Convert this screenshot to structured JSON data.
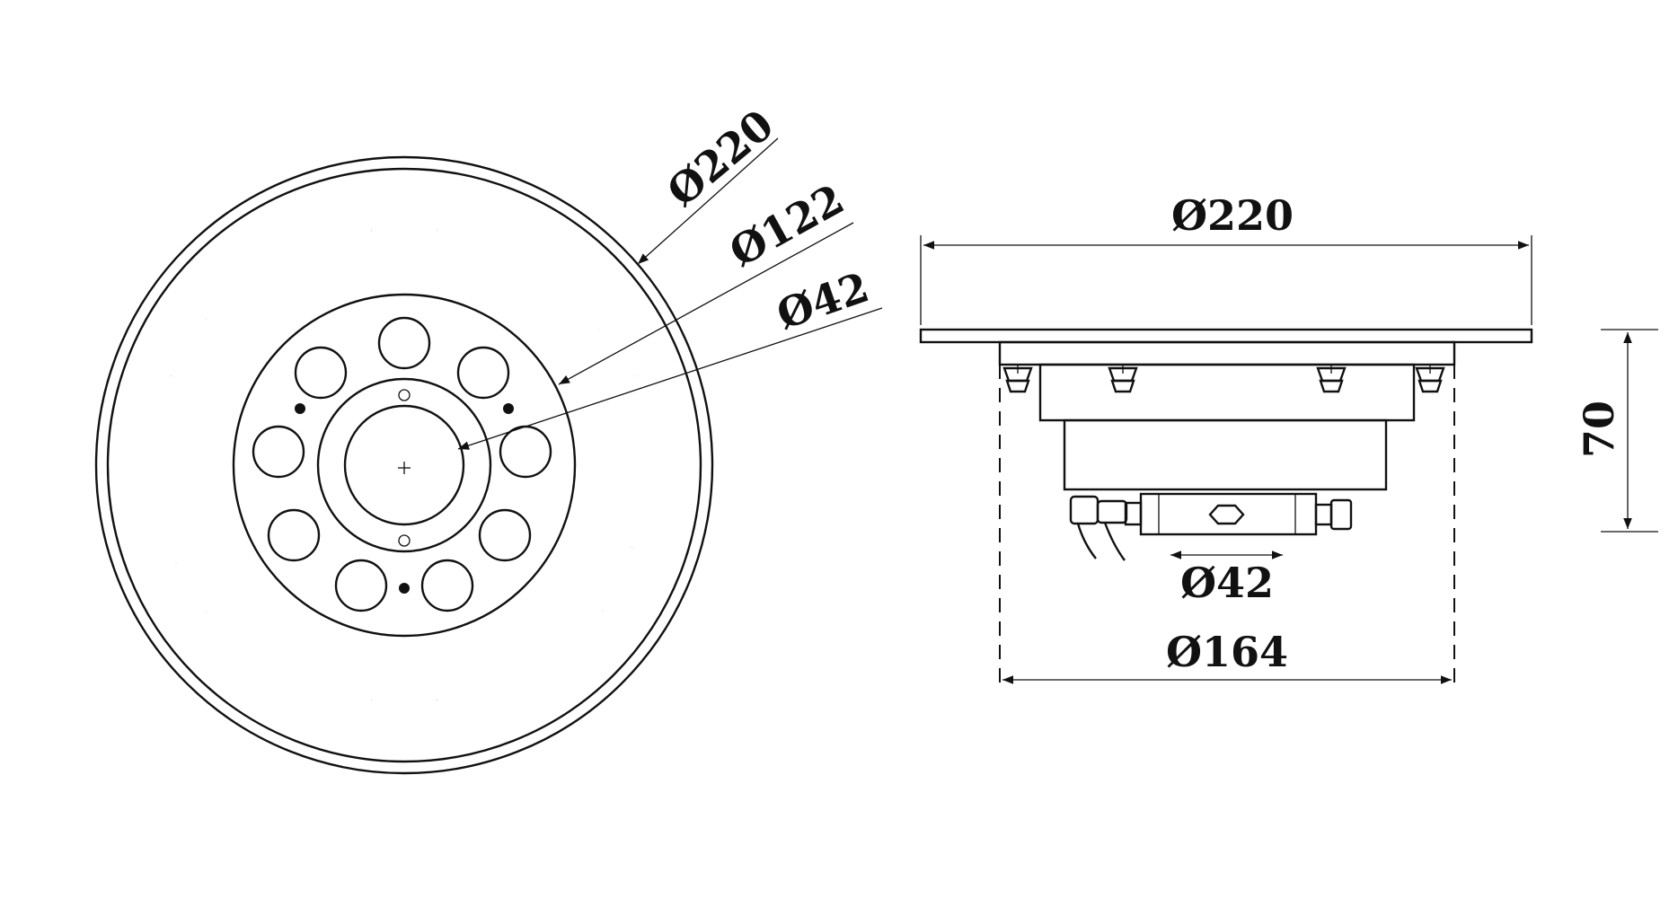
{
  "top_view": {
    "dimensions": {
      "outer_diameter": "Ø220",
      "led_ring_diameter": "Ø122",
      "center_diameter": "Ø42"
    }
  },
  "side_view": {
    "dimensions": {
      "flange_width": "Ø220",
      "body_width": "Ø164",
      "nozzle_width": "Ø42",
      "height": "70"
    }
  },
  "colors": {
    "line": "#111111",
    "background": "#ffffff"
  }
}
